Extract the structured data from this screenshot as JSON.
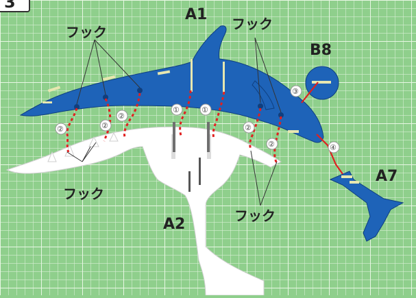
{
  "step": "3",
  "parts": {
    "a1": "A1",
    "a2": "A2",
    "a7": "A7",
    "b8": "B8"
  },
  "hook_label": "フック",
  "numbers": {
    "n1": "①",
    "n2": "②",
    "n3": "③",
    "n4": "④"
  },
  "colors": {
    "mat_green": "#8fcf8c",
    "grid_line": "#d8efd4",
    "dolphin_blue": "#1e63b8",
    "dashed_red": "#e02020",
    "white_part": "#ffffff"
  }
}
